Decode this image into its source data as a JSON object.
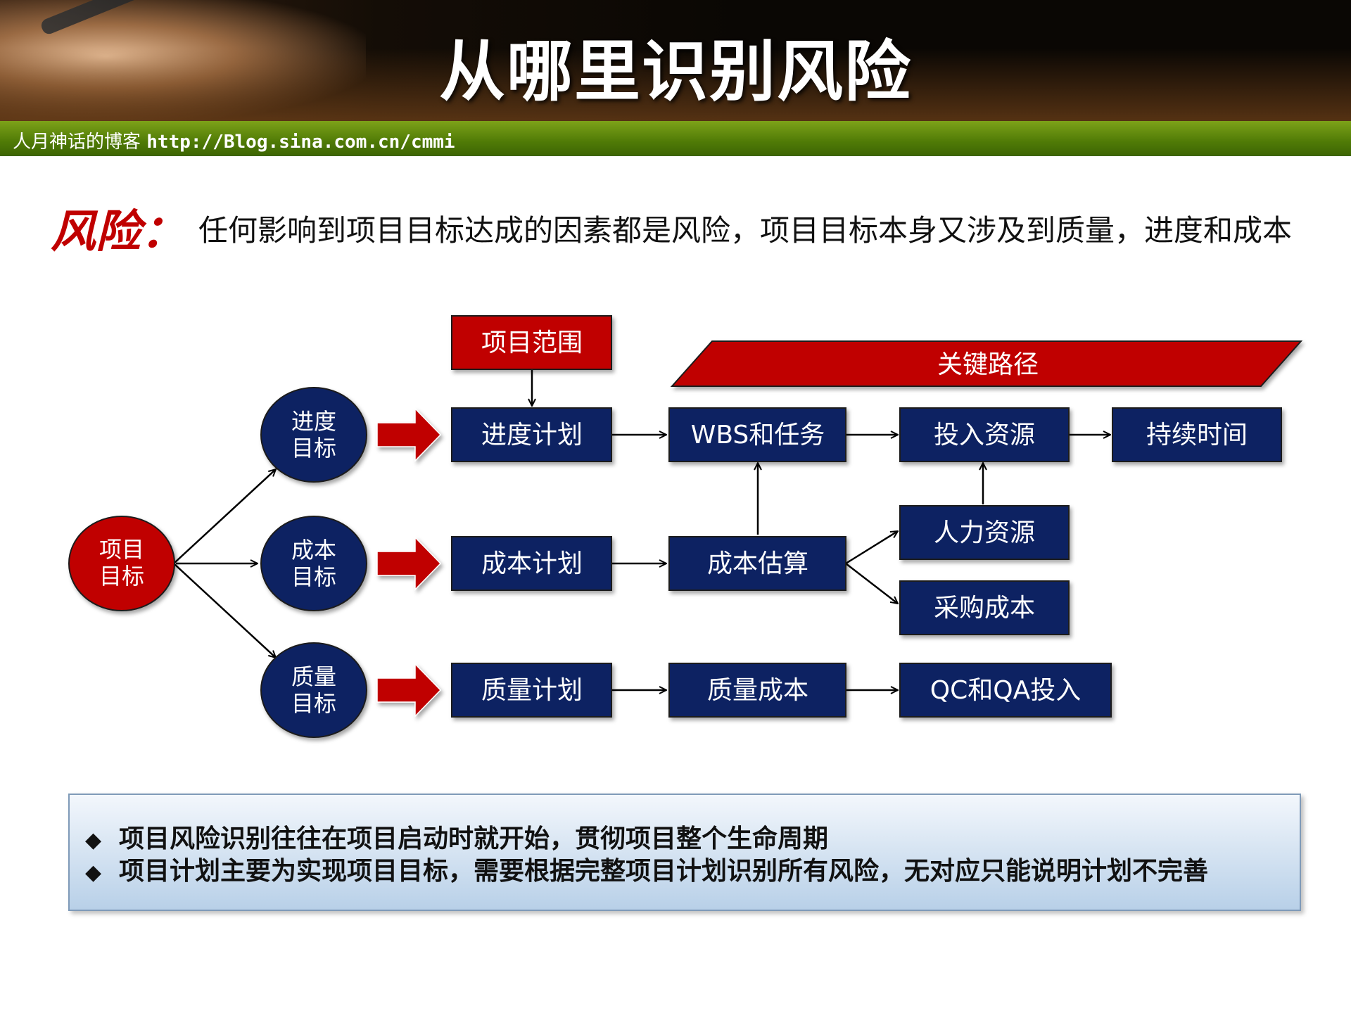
{
  "header": {
    "title": "从哪里识别风险",
    "blog_name": "人月神话的博客",
    "blog_url": "http://Blog.sina.com.cn/cmmi"
  },
  "definition": {
    "label": "风险：",
    "text": "任何影响到项目目标达成的因素都是风险，项目目标本身又涉及到质量，进度和成本"
  },
  "diagram": {
    "root": {
      "line1": "项目",
      "line2": "目标"
    },
    "goals": [
      {
        "line1": "进度",
        "line2": "目标"
      },
      {
        "line1": "成本",
        "line2": "目标"
      },
      {
        "line1": "质量",
        "line2": "目标"
      }
    ],
    "scope": "项目范围",
    "critical_path": "关键路径",
    "schedule_plan": "进度计划",
    "wbs": "WBS和任务",
    "resource_input": "投入资源",
    "duration": "持续时间",
    "cost_plan": "成本计划",
    "cost_estimate": "成本估算",
    "human_resources": "人力资源",
    "procurement_cost": "采购成本",
    "quality_plan": "质量计划",
    "quality_cost": "质量成本",
    "qc_qa": "QC和QA投入",
    "colors": {
      "red": "#c00000",
      "navy": "#0f2262"
    }
  },
  "summary": {
    "bullet": "◆",
    "items": [
      "项目风险识别往往在项目启动时就开始，贯彻项目整个生命周期",
      "项目计划主要为实现项目目标，需要根据完整项目计划识别所有风险，无对应只能说明计划不完善"
    ]
  }
}
